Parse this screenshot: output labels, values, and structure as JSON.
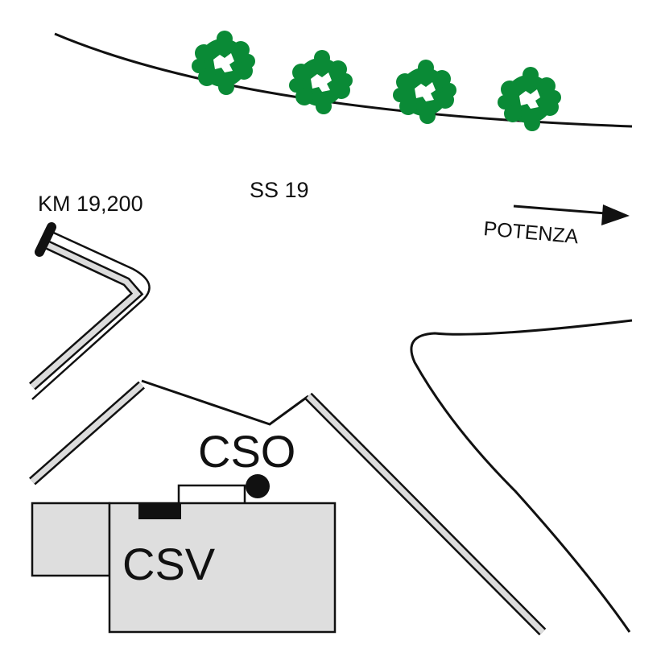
{
  "map": {
    "labels": {
      "km": "KM 19,200",
      "road": "SS 19",
      "direction": "POTENZA",
      "cso": "CSO",
      "csv": "CSV"
    },
    "icons": {
      "trees": "tree-icon",
      "arrow": "arrow-right-icon",
      "marker": "circle-marker-icon"
    },
    "colors": {
      "tree": "#0a8a36",
      "building": "#dedede",
      "line": "#111111",
      "guardrail": "#dcdcdc"
    }
  }
}
